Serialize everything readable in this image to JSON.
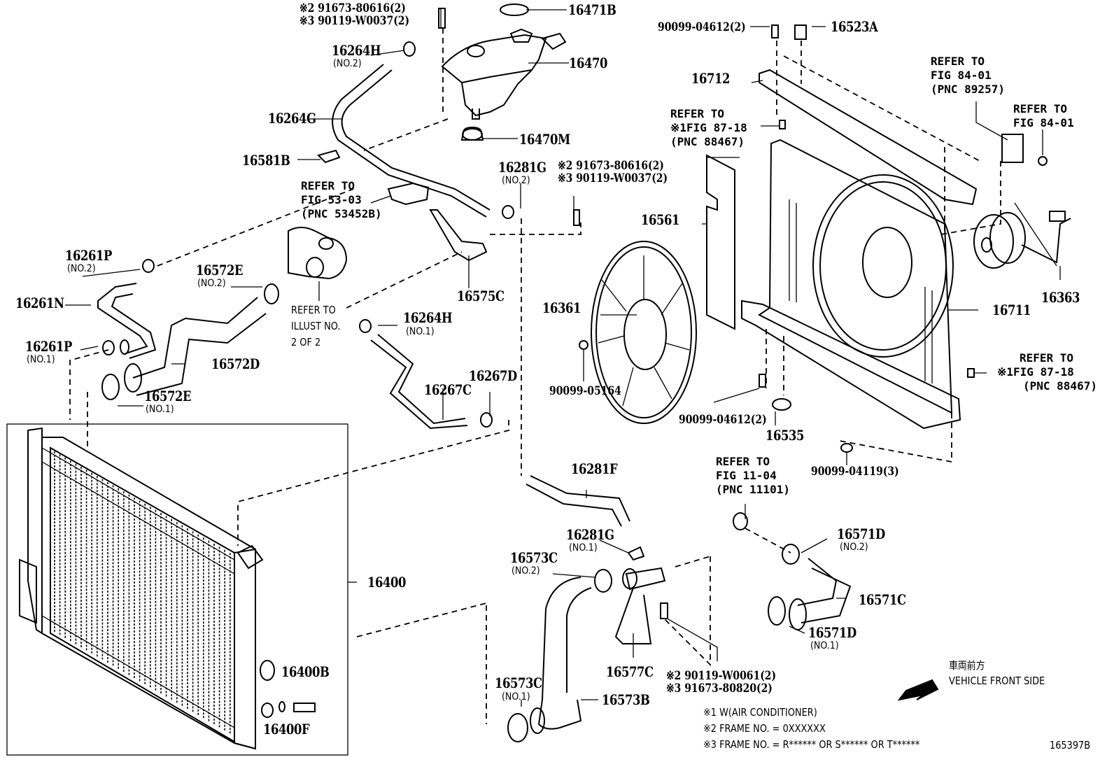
{
  "diagram": {
    "figure_id": "165397B",
    "parts": {
      "p16471B": "16471B",
      "p16470": "16470",
      "p16470M": "16470M",
      "p16264H_2": "16264H",
      "p16264H_2_sub": "(NO.2)",
      "p16264G": "16264G",
      "p16581B": "16581B",
      "p16281G_2": "16281G",
      "p16281G_2_sub": "(NO.2)",
      "p16575C": "16575C",
      "p16261P_2": "16261P",
      "p16261P_2_sub": "(NO.2)",
      "p16261N": "16261N",
      "p16261P_1": "16261P",
      "p16261P_1_sub": "(NO.1)",
      "p16572E_2": "16572E",
      "p16572E_2_sub": "(NO.2)",
      "p16572D": "16572D",
      "p16572E_1": "16572E",
      "p16572E_1_sub": "(NO.1)",
      "p16264H_1": "16264H",
      "p16264H_1_sub": "(NO.1)",
      "p16267C": "16267C",
      "p16267D": "16267D",
      "p16400": "16400",
      "p16400B": "16400B",
      "p16400F": "16400F",
      "p16523A": "16523A",
      "p16712": "16712",
      "p16561": "16561",
      "p16361": "16361",
      "p16363": "16363",
      "p16711": "16711",
      "p16535": "16535",
      "p16281F": "16281F",
      "p16281G_1": "16281G",
      "p16281G_1_sub": "(NO.1)",
      "p16573C_2": "16573C",
      "p16573C_2_sub": "(NO.2)",
      "p16577C": "16577C",
      "p16573C_1": "16573C",
      "p16573C_1_sub": "(NO.1)",
      "p16573B": "16573B",
      "p16571D_2": "16571D",
      "p16571D_2_sub": "(NO.2)",
      "p16571C": "16571C",
      "p16571D_1": "16571D",
      "p16571D_1_sub": "(NO.1)"
    },
    "fasteners": {
      "top_bolt_line1": "※2 91673-80616(2)",
      "top_bolt_line2": "※3 90119-W0037(2)",
      "mid_bolt_line1": "※2 91673-80616(2)",
      "mid_bolt_line2": "※3 90119-W0037(2)",
      "shroud_top_bolt": "90099-04612(2)",
      "fan_nut": "90099-05164",
      "shroud_bottom_bolt": "90099-04612(2)",
      "lower_bolt": "90099-04119(3)",
      "outlet_bolt_line1": "※2 90119-W0061(2)",
      "outlet_bolt_line2": "※3 91673-80820(2)"
    },
    "references": {
      "fig5303": "REFER TO\nFIG 53-03\n(PNC 53452B)",
      "illust": "REFER TO\nILLUST NO.\n2 OF 2",
      "fig8718_top": "REFER TO\n※1FIG 87-18\n(PNC 88467)",
      "fig8401_a": "REFER TO\nFIG 84-01\n(PNC 89257)",
      "fig8401_b": "REFER TO\nFIG 84-01",
      "fig8718_right_line1": "REFER TO",
      "fig8718_right_line2": "※1FIG 87-18",
      "fig8718_right_line3": "(PNC 88467)",
      "fig1104": "REFER TO\nFIG 11-04\n(PNC 11101)"
    },
    "direction": {
      "japanese": "車両前方",
      "english": "VEHICLE FRONT SIDE",
      "arrow_icon": "arrow-left-down-icon"
    },
    "notes": [
      "※1 W(AIR CONDITIONER)",
      "※2 FRAME NO. = 0XXXXXX",
      "※3 FRAME NO. = R****** OR S****** OR T******"
    ]
  }
}
